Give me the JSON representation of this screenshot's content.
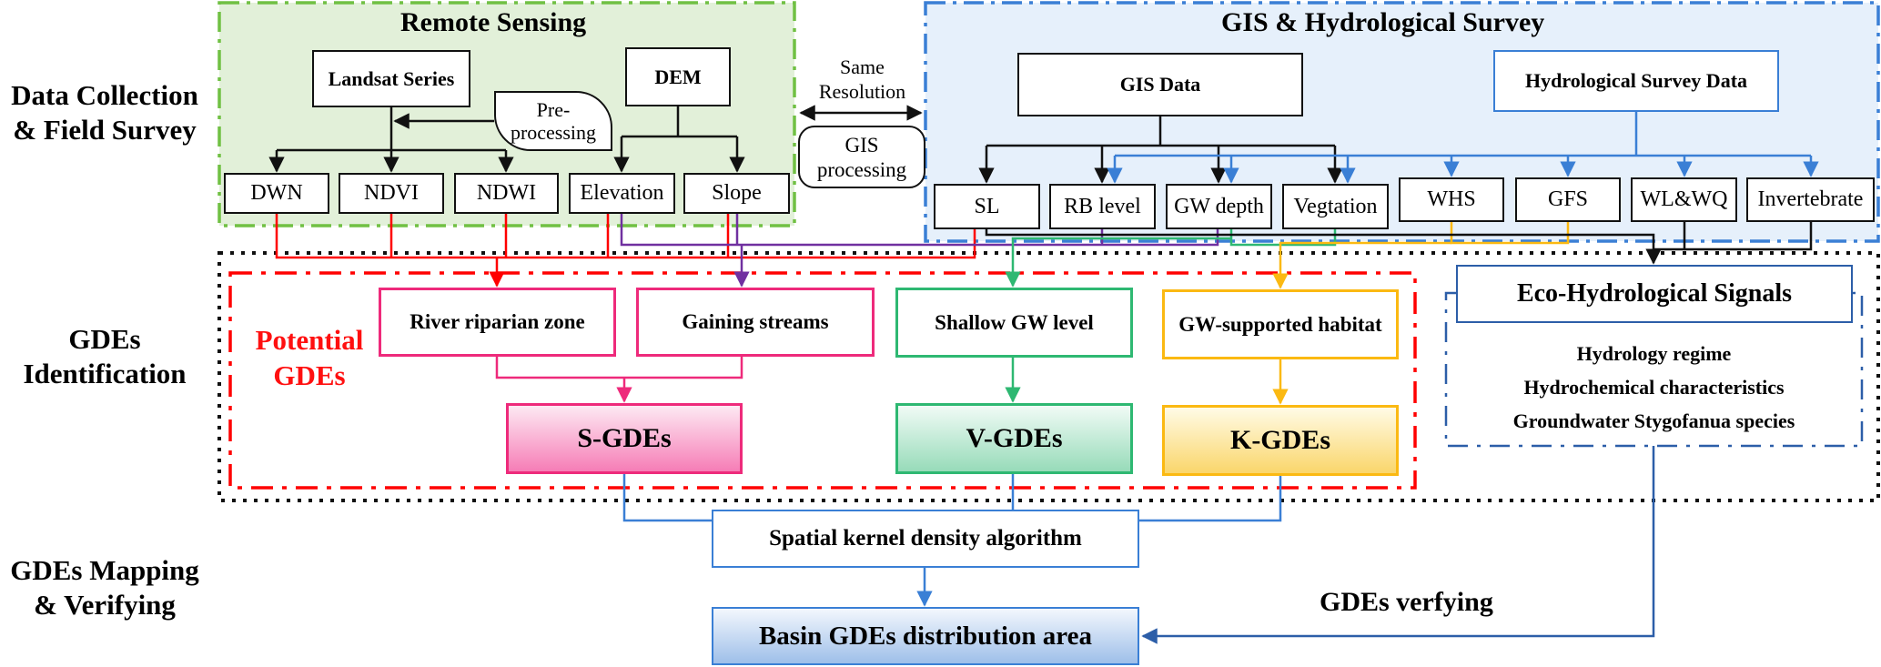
{
  "row_labels": {
    "data_collection": [
      "Data Collection",
      "& Field Survey"
    ],
    "identification": [
      "GDEs",
      "Identification"
    ],
    "mapping": [
      "GDEs Mapping",
      "& Verifying"
    ]
  },
  "remote_sensing": {
    "title": "Remote Sensing",
    "landsat": "Landsat Series",
    "dem": "DEM",
    "preprocessing": [
      "Pre-",
      "processing"
    ],
    "outputs": [
      "DWN",
      "NDVI",
      "NDWI",
      "Elevation",
      "Slope"
    ]
  },
  "link": {
    "same_resolution": [
      "Same",
      "Resolution"
    ],
    "gis_processing": [
      "GIS",
      "processing"
    ]
  },
  "gis_survey": {
    "title": "GIS & Hydrological Survey",
    "gis_data": "GIS Data",
    "hydro_data": "Hydrological Survey Data",
    "outputs": [
      "SL",
      "RB level",
      "GW depth",
      "Vegtation",
      "WHS",
      "GFS",
      "WL&WQ",
      "Invertebrate"
    ]
  },
  "identification": {
    "potential_label": [
      "Potential",
      "GDEs"
    ],
    "river_riparian": "River riparian zone",
    "gaining_streams": "Gaining streams",
    "shallow_gw": "Shallow GW level",
    "gw_habitat": "GW-supported habitat",
    "s_gdes": "S-GDEs",
    "v_gdes": "V-GDEs",
    "k_gdes": "K-GDEs",
    "eco_title": "Eco-Hydrological Signals",
    "eco_items": [
      "Hydrology regime",
      "Hydrochemical characteristics",
      "Groundwater Stygofanua species"
    ]
  },
  "mapping": {
    "kernel": "Spatial kernel density algorithm",
    "basin": "Basin GDEs distribution area",
    "verifying": "GDEs verfying"
  },
  "colors": {
    "remote_sensing_bg": "#e2f0d9",
    "remote_sensing_border": "#70c043",
    "gis_bg": "#e6f0fb",
    "gis_border": "#3a7fd5",
    "potential_border": "#ff0000",
    "s_gdes": "#ee2a7b",
    "v_gdes": "#2eb872",
    "k_gdes": "#fbb912",
    "wire_red": "#ff0000",
    "wire_purple": "#7030a0",
    "wire_green": "#2eb872",
    "wire_orange": "#fbb912",
    "wire_blue": "#3a7fd5",
    "wire_navy": "#2c5ea8"
  }
}
